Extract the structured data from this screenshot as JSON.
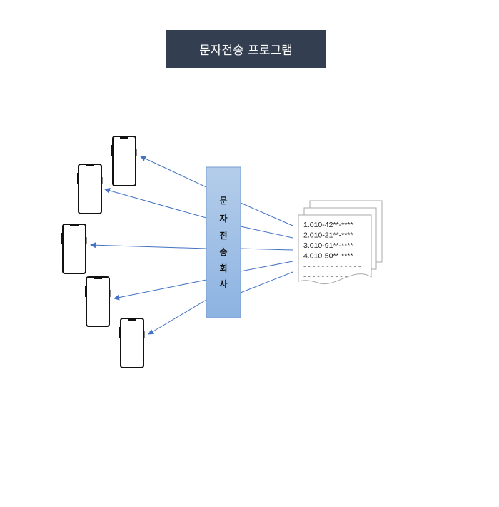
{
  "title": "문자전송 프로그램",
  "company": {
    "label": "문자전송회사",
    "chars": [
      "문",
      "자",
      "전",
      "송",
      "회",
      "사"
    ]
  },
  "document": {
    "lines": [
      "1.010-42**-****",
      "2.010-21**-****",
      "3.010-91**-****",
      "4.010-50**-****"
    ],
    "dashes": [
      "- - - - - - - - - - - - -",
      "- - - - - - - - - -"
    ]
  },
  "colors": {
    "title_bg": "#333f50",
    "box_top": "#b4cdea",
    "box_bottom": "#8db3e2",
    "arrow": "#4472c4"
  },
  "phone_count": 5
}
